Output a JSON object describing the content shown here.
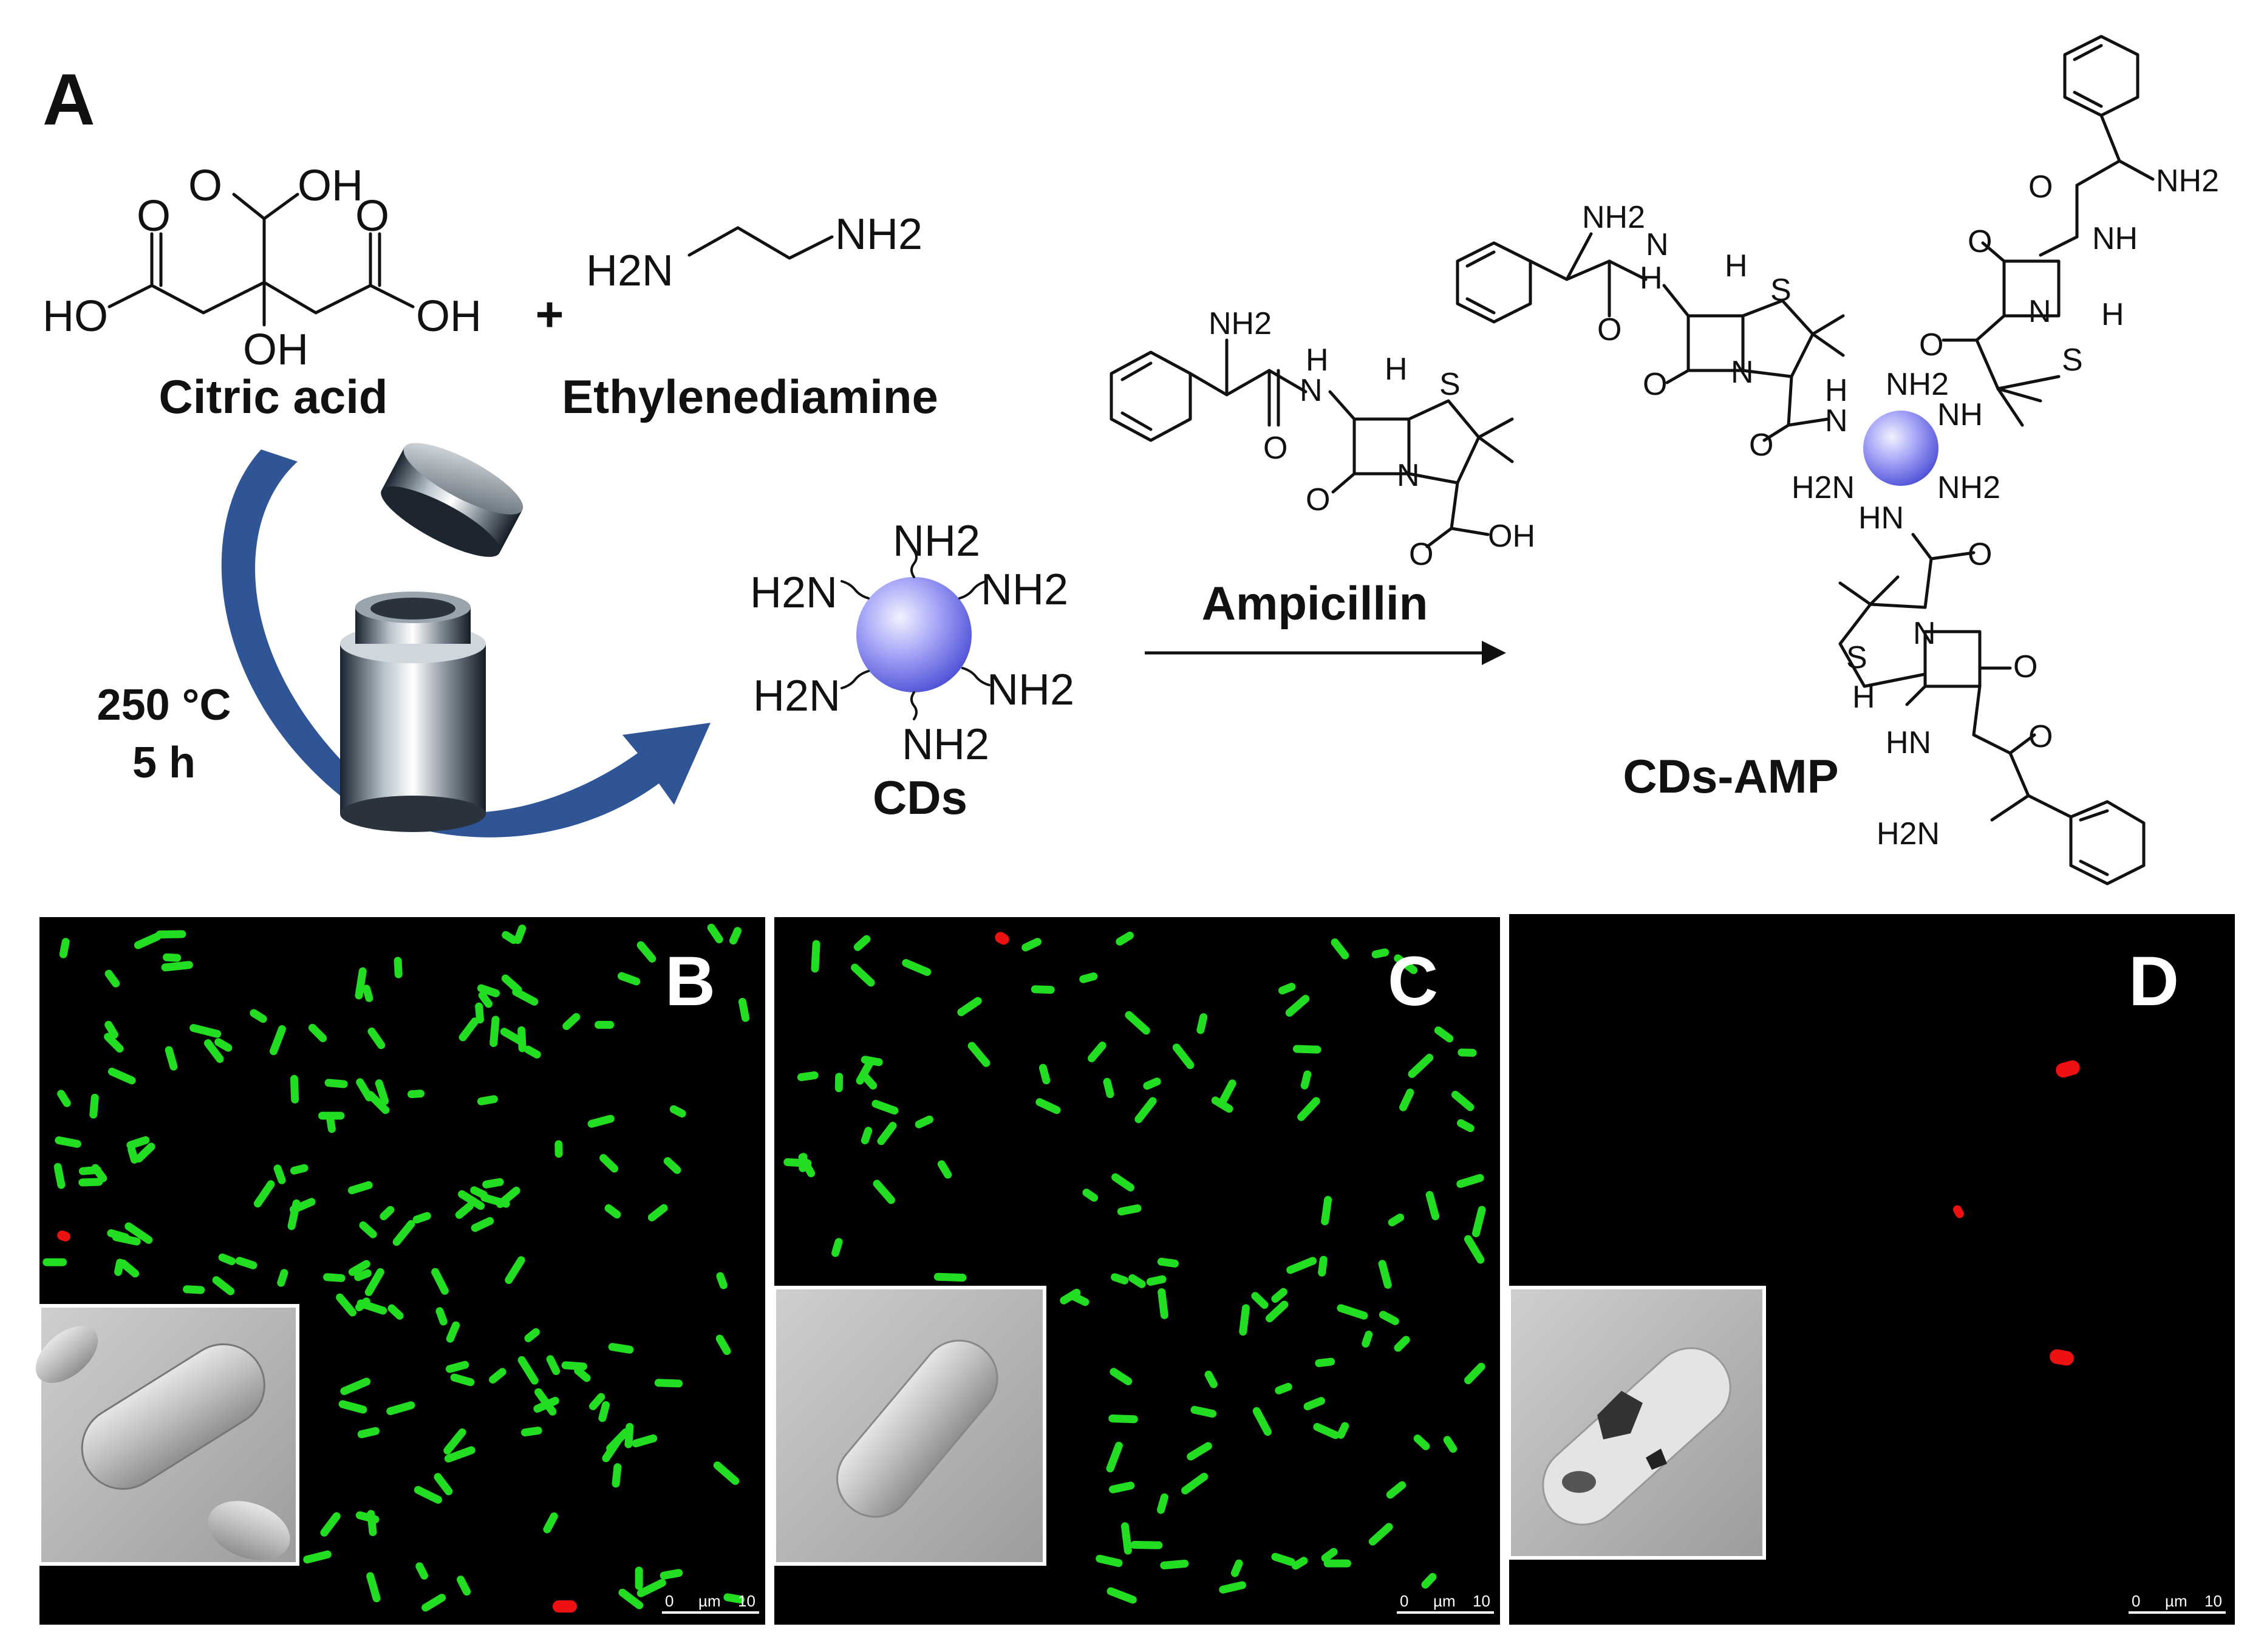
{
  "panel_labels": {
    "a": "A",
    "b": "B",
    "c": "C",
    "d": "D"
  },
  "reagents": {
    "citric_acid": "Citric acid",
    "ethylenediamine": "Ethylenediamine",
    "plus": "+"
  },
  "conditions": {
    "temperature": "250 °C",
    "time": "5 h"
  },
  "carbon_dots": {
    "label": "CDs",
    "group": "NH2"
  },
  "reaction": {
    "reagent": "Ampicillin",
    "product": "CDs-AMP"
  },
  "atoms": {
    "O": "O",
    "OH": "OH",
    "HO": "HO",
    "N": "N",
    "H": "H",
    "S": "S",
    "NH": "NH",
    "HN": "HN",
    "NH2": "NH2",
    "H2N": "H2N"
  },
  "scale_bar": {
    "zero": "0",
    "unit": "µm",
    "max": "10"
  },
  "colors": {
    "live_bacteria": "#22dd22",
    "dead_bacteria": "#ee1111",
    "carbon_dot": "#8f8ff5",
    "arrow": "#2f5597"
  },
  "micrographs": {
    "B": {
      "live_cells": "many",
      "dead_cells": "2",
      "inset": "intact rod-shaped cell"
    },
    "C": {
      "live_cells": "many",
      "dead_cells": "1",
      "inset": "intact rod-shaped cell"
    },
    "D": {
      "live_cells": "0",
      "dead_cells": "3",
      "inset": "damaged cell with holes"
    }
  }
}
